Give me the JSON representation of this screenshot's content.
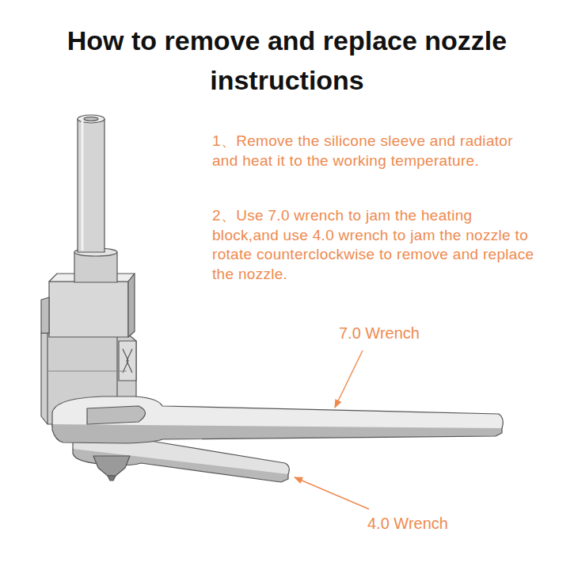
{
  "diagram": {
    "title": "How to remove and replace nozzle instructions",
    "labels": [
      "1、Remove the silicone sleeve and radiator and heat it to the working temperature.",
      "2、Use 7.0 wrench to jam the heating block,and use 4.0 wrench to jam the nozzle to rotate counterclockwise to remove and replace the nozzle.",
      "7.0 Wrench",
      "4.0 Wrench"
    ]
  }
}
